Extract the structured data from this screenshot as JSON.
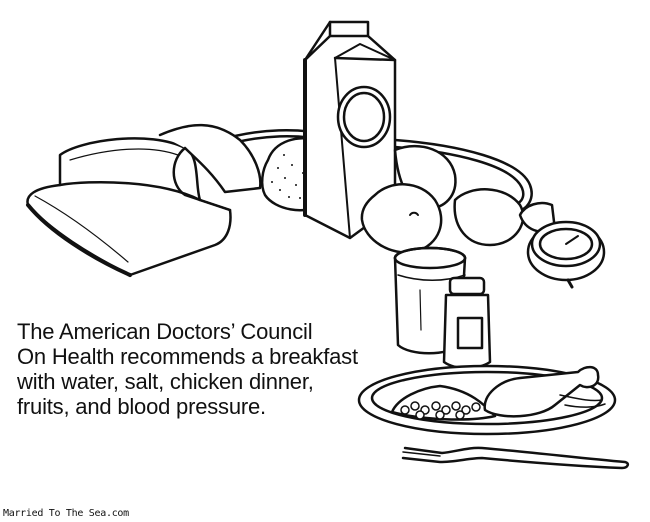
{
  "caption": {
    "lines": [
      "The American Doctors’ Council",
      "On Health recommends a breakfast",
      "with water, salt, chicken dinner,",
      "fruits, and blood pressure."
    ]
  },
  "credit": "Married To The Sea.com",
  "illustration": {
    "objects": [
      "folded-cuff",
      "potato",
      "milk-carton",
      "fruits",
      "blood-pressure-bulb",
      "pressure-gauge",
      "water-glass",
      "salt-bottle",
      "chicken-plate",
      "fork"
    ],
    "ink_color": "#111111"
  }
}
